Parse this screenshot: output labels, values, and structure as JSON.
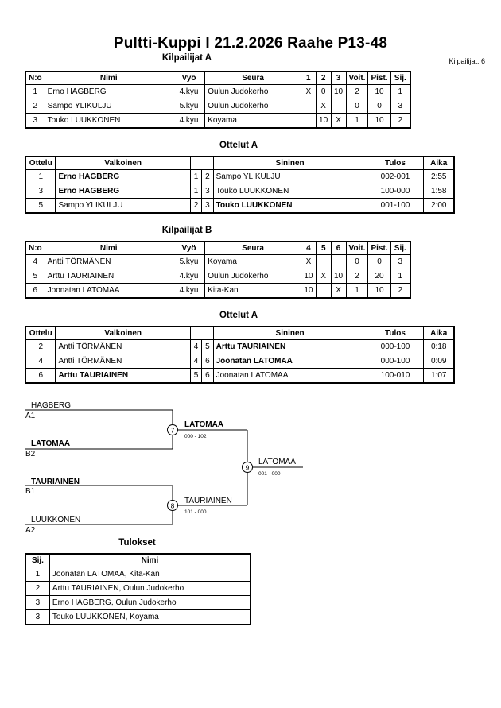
{
  "title": "Pultti-Kuppi I  21.2.2026  Raahe   P13-48",
  "participants_count": "Kilpailijat: 6",
  "pool_a": {
    "heading": "Kilpailijat A",
    "headers": [
      "N:o",
      "Nimi",
      "Vyö",
      "Seura",
      "1",
      "2",
      "3",
      "Voit.",
      "Pist.",
      "Sij."
    ],
    "rows": [
      [
        "1",
        "Erno HAGBERG",
        "4.kyu",
        "Oulun Judokerho",
        "X",
        "0",
        "10",
        "2",
        "10",
        "1"
      ],
      [
        "2",
        "Sampo YLIKULJU",
        "5.kyu",
        "Oulun Judokerho",
        "",
        "X",
        "",
        "0",
        "0",
        "3"
      ],
      [
        "3",
        "Touko LUUKKONEN",
        "4.kyu",
        "Koyama",
        "",
        "10",
        "X",
        "1",
        "10",
        "2"
      ]
    ]
  },
  "matches_a": {
    "heading": "Ottelut A",
    "headers": [
      "Ottelu",
      "Valkoinen",
      "",
      "",
      "Sininen",
      "Tulos",
      "Aika"
    ],
    "rows": [
      {
        "no": "1",
        "white": "Erno HAGBERG",
        "w_bold": true,
        "wn": "1",
        "bn": "2",
        "blue": "Sampo YLIKULJU",
        "b_bold": false,
        "result": "002-001",
        "time": "2:55"
      },
      {
        "no": "3",
        "white": "Erno HAGBERG",
        "w_bold": true,
        "wn": "1",
        "bn": "3",
        "blue": "Touko LUUKKONEN",
        "b_bold": false,
        "result": "100-000",
        "time": "1:58"
      },
      {
        "no": "5",
        "white": "Sampo YLIKULJU",
        "w_bold": false,
        "wn": "2",
        "bn": "3",
        "blue": "Touko LUUKKONEN",
        "b_bold": true,
        "result": "001-100",
        "time": "2:00"
      }
    ]
  },
  "pool_b": {
    "heading": "Kilpailijat B",
    "headers": [
      "N:o",
      "Nimi",
      "Vyö",
      "Seura",
      "4",
      "5",
      "6",
      "Voit.",
      "Pist.",
      "Sij."
    ],
    "rows": [
      [
        "4",
        "Antti TÖRMÄNEN",
        "5.kyu",
        "Koyama",
        "X",
        "",
        "",
        "0",
        "0",
        "3"
      ],
      [
        "5",
        "Arttu TAURIAINEN",
        "4.kyu",
        "Oulun Judokerho",
        "10",
        "X",
        "10",
        "2",
        "20",
        "1"
      ],
      [
        "6",
        "Joonatan LATOMAA",
        "4.kyu",
        "Kita-Kan",
        "10",
        "",
        "X",
        "1",
        "10",
        "2"
      ]
    ]
  },
  "matches_b": {
    "heading": "Ottelut A",
    "headers": [
      "Ottelu",
      "Valkoinen",
      "",
      "",
      "Sininen",
      "Tulos",
      "Aika"
    ],
    "rows": [
      {
        "no": "2",
        "white": "Antti TÖRMÄNEN",
        "w_bold": false,
        "wn": "4",
        "bn": "5",
        "blue": "Arttu TAURIAINEN",
        "b_bold": true,
        "result": "000-100",
        "time": "0:18"
      },
      {
        "no": "4",
        "white": "Antti TÖRMÄNEN",
        "w_bold": false,
        "wn": "4",
        "bn": "6",
        "blue": "Joonatan LATOMAA",
        "b_bold": true,
        "result": "000-100",
        "time": "0:09"
      },
      {
        "no": "6",
        "white": "Arttu TAURIAINEN",
        "w_bold": true,
        "wn": "5",
        "bn": "6",
        "blue": "Joonatan LATOMAA",
        "b_bold": false,
        "result": "100-010",
        "time": "1:07"
      }
    ]
  },
  "bracket": {
    "m7": {
      "no": "7",
      "top_name": "HAGBERG",
      "top_seed": "A1",
      "bottom_name": "LATOMAA",
      "bottom_seed": "B2",
      "winner": "LATOMAA",
      "score": "000 - 102"
    },
    "m8": {
      "no": "8",
      "top_name": "TAURIAINEN",
      "top_seed": "B1",
      "bottom_name": "LUUKKONEN",
      "bottom_seed": "A2",
      "winner": "TAURIAINEN",
      "score": "101 - 000"
    },
    "m9": {
      "no": "9",
      "winner": "LATOMAA",
      "score": "001 - 000"
    }
  },
  "results": {
    "heading": "Tulokset",
    "headers": [
      "Sij.",
      "Nimi"
    ],
    "rows": [
      [
        "1",
        "Joonatan LATOMAA, Kita-Kan"
      ],
      [
        "2",
        "Arttu TAURIAINEN, Oulun Judokerho"
      ],
      [
        "3",
        "Erno HAGBERG, Oulun Judokerho"
      ],
      [
        "3",
        "Touko LUUKKONEN, Koyama"
      ]
    ]
  }
}
